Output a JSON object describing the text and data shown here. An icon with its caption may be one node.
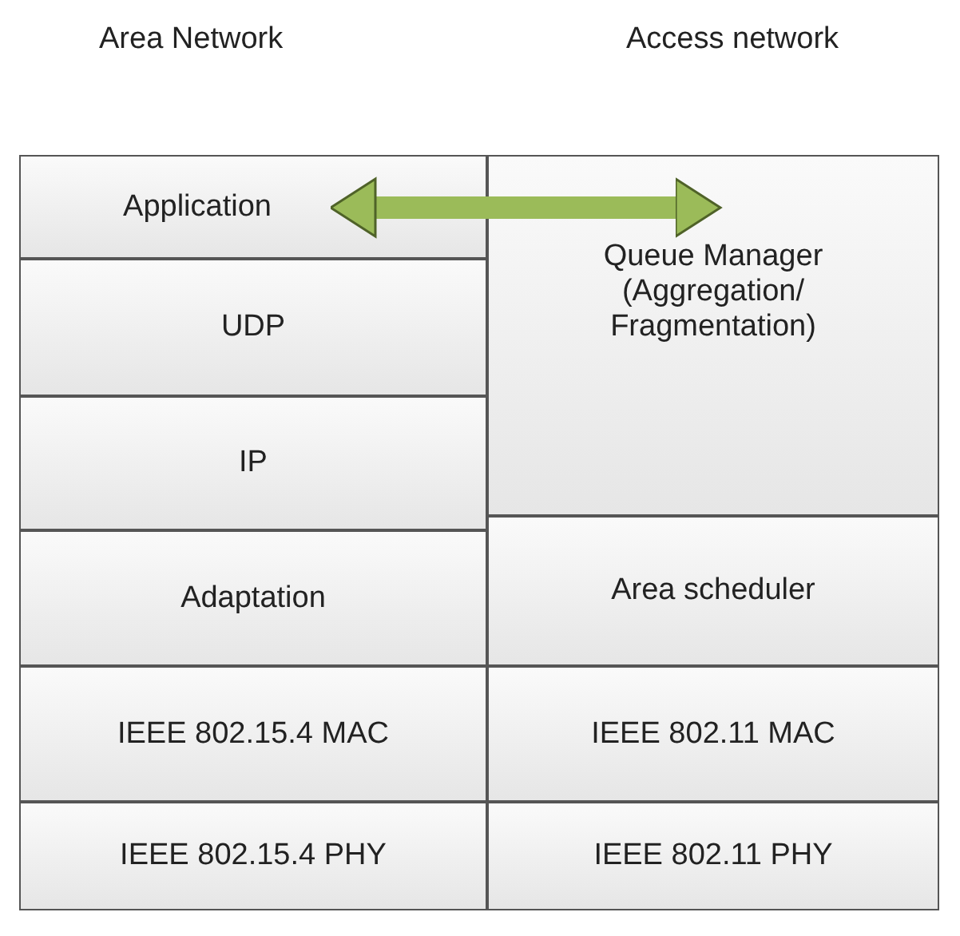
{
  "diagram": {
    "nodes": [
      {
        "text": [
          "Application"
        ]
      },
      {
        "text": [
          "Queue Manager (Aggregation/ Fragmentation)"
        ]
      },
      {
        "text": [
          "UDP"
        ]
      },
      {
        "text": [
          "IP"
        ]
      },
      {
        "text": [
          "Adaptation"
        ]
      },
      {
        "text": [
          "Area scheduler"
        ]
      },
      {
        "text": [
          "IEEE 802.15.4 MAC"
        ]
      },
      {
        "text": [
          "IEEE 802.11 MAC"
        ]
      },
      {
        "text": [
          "IEEE 802.15.4 PHY"
        ]
      },
      {
        "text": [
          "IEEE 802.11 PHY"
        ]
      }
    ],
    "edges": [
      {
        "from": 0,
        "to": 1,
        "arrow": "both",
        "color": "#9bbb59"
      }
    ],
    "labels": [
      "Area Network",
      "Access network"
    ]
  }
}
